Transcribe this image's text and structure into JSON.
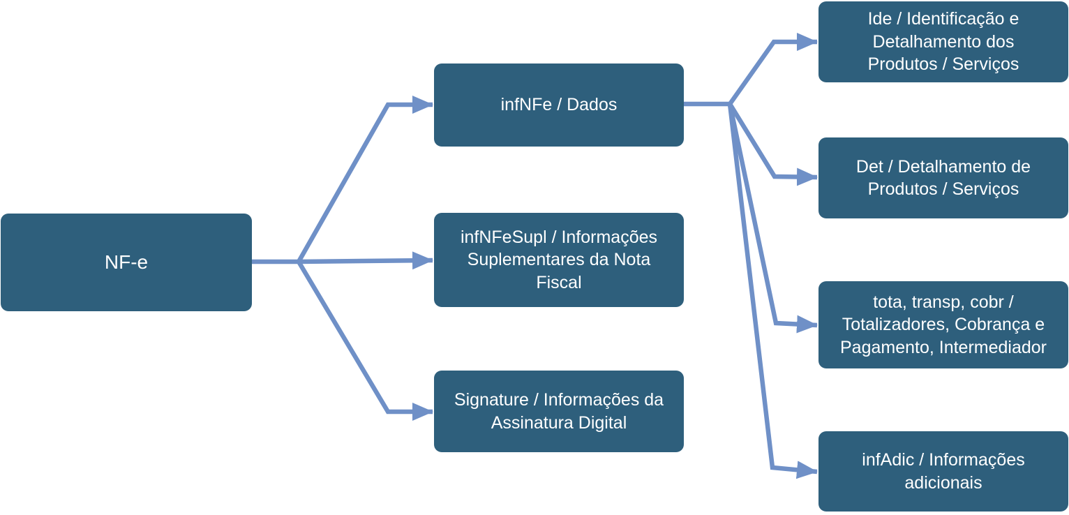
{
  "diagram": {
    "type": "hierarchy",
    "direction": "left-to-right",
    "colors": {
      "node_fill": "#2E5F7C",
      "node_text": "#FFFFFF",
      "connector": "#6F90C7",
      "background": "#FFFFFF"
    },
    "nodes": {
      "root": {
        "id": "nfe",
        "label": "NF-e"
      },
      "level2": [
        {
          "id": "infNFe",
          "label": "infNFe / Dados"
        },
        {
          "id": "infNFeSupl",
          "label": "infNFeSupl / Informações\nSuplementares da Nota\nFiscal"
        },
        {
          "id": "signature",
          "label": "Signature / Informações da\nAssinatura Digital"
        }
      ],
      "level3": [
        {
          "id": "ide",
          "label": "Ide / Identificação e\nDetalhamento dos\nProdutos / Serviços"
        },
        {
          "id": "det",
          "label": "Det / Detalhamento de\nProdutos / Serviços"
        },
        {
          "id": "tota",
          "label": "tota, transp, cobr /\nTotalizadores, Cobrança e\nPagamento, Intermediador"
        },
        {
          "id": "infAdic",
          "label": "infAdic / Informações\nadicionais"
        }
      ]
    },
    "edges": [
      {
        "from": "nfe",
        "to": "infNFe"
      },
      {
        "from": "nfe",
        "to": "infNFeSupl"
      },
      {
        "from": "nfe",
        "to": "signature"
      },
      {
        "from": "infNFe",
        "to": "ide"
      },
      {
        "from": "infNFe",
        "to": "det"
      },
      {
        "from": "infNFe",
        "to": "tota"
      },
      {
        "from": "infNFe",
        "to": "infAdic"
      }
    ]
  }
}
